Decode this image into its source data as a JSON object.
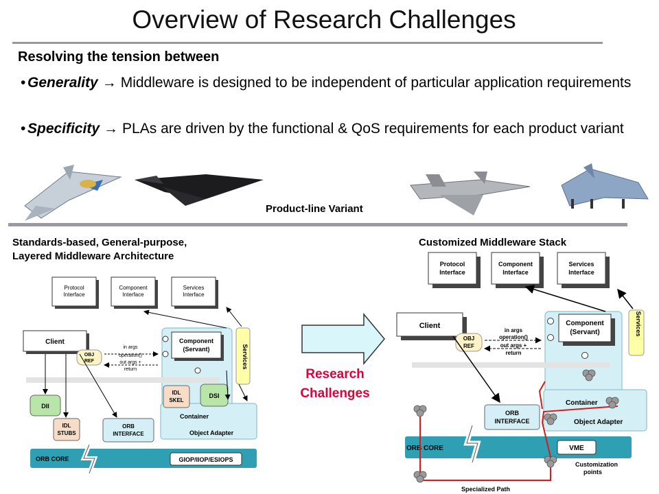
{
  "title": "Overview of Research Challenges",
  "subheading": "Resolving the tension between",
  "bullets": [
    {
      "term": "Generality",
      "arrow": "→",
      "text": "Middleware is designed to be independent of particular application requirements"
    },
    {
      "term": "Specificity",
      "arrow": "→",
      "text": "PLAs are driven by the functional & QoS requirements for each product variant"
    }
  ],
  "variant_label": "Product-line Variant",
  "left_section": {
    "heading_line1": "Standards-based, General-purpose,",
    "heading_line2": "Layered Middleware Architecture",
    "protocol_interface": [
      "Protocol",
      "Interface"
    ],
    "component_interface": [
      "Component",
      "Interface"
    ],
    "services_interface": [
      "Services",
      "Interface"
    ],
    "client": "Client",
    "obj_ref": [
      "OBJ",
      "REF"
    ],
    "in_args": "in args",
    "operation": "operation()",
    "out_args": [
      "out args +",
      "return"
    ],
    "component_servant": [
      "Component",
      "(Servant)"
    ],
    "services": "Services",
    "idl_skel": [
      "IDL",
      "SKEL"
    ],
    "dsi": "DSI",
    "container": "Container",
    "dii": "DII",
    "idl_stubs": [
      "IDL",
      "STUBS"
    ],
    "orb_interface": [
      "ORB",
      "INTERFACE"
    ],
    "object_adapter": "Object Adapter",
    "orb_core": "ORB CORE",
    "giop": "GIOP/IIOP/ESIOPS"
  },
  "research_label": [
    "Research",
    "Challenges"
  ],
  "right_section": {
    "heading": "Customized Middleware Stack",
    "protocol_interface": [
      "Protocol",
      "Interface"
    ],
    "component_interface": [
      "Component",
      "Interface"
    ],
    "services_interface": [
      "Services",
      "Interface"
    ],
    "client": "Client",
    "obj_ref": [
      "OBJ",
      "REF"
    ],
    "in_args": "in args",
    "operation": "operation()",
    "out_args": [
      "out args +",
      "return"
    ],
    "component_servant": [
      "Component",
      "(Servant)"
    ],
    "services": "Services",
    "container": "Container",
    "orb_interface": [
      "ORB",
      "INTERFACE"
    ],
    "object_adapter": "Object Adapter",
    "orb_core": "ORB CORE",
    "vme": "VME",
    "customization_points": [
      "Customization",
      "points"
    ],
    "specialized_path": "Specialized Path"
  },
  "colors": {
    "accent_red": "#e0003a",
    "light_cyan": "#d4f0f6",
    "light_yellow": "#ffffa8",
    "light_green": "#b8e6a8",
    "light_peach": "#f7dcc8",
    "orb_core_blue": "#2f9fb3",
    "path_red": "#d61a1a"
  }
}
